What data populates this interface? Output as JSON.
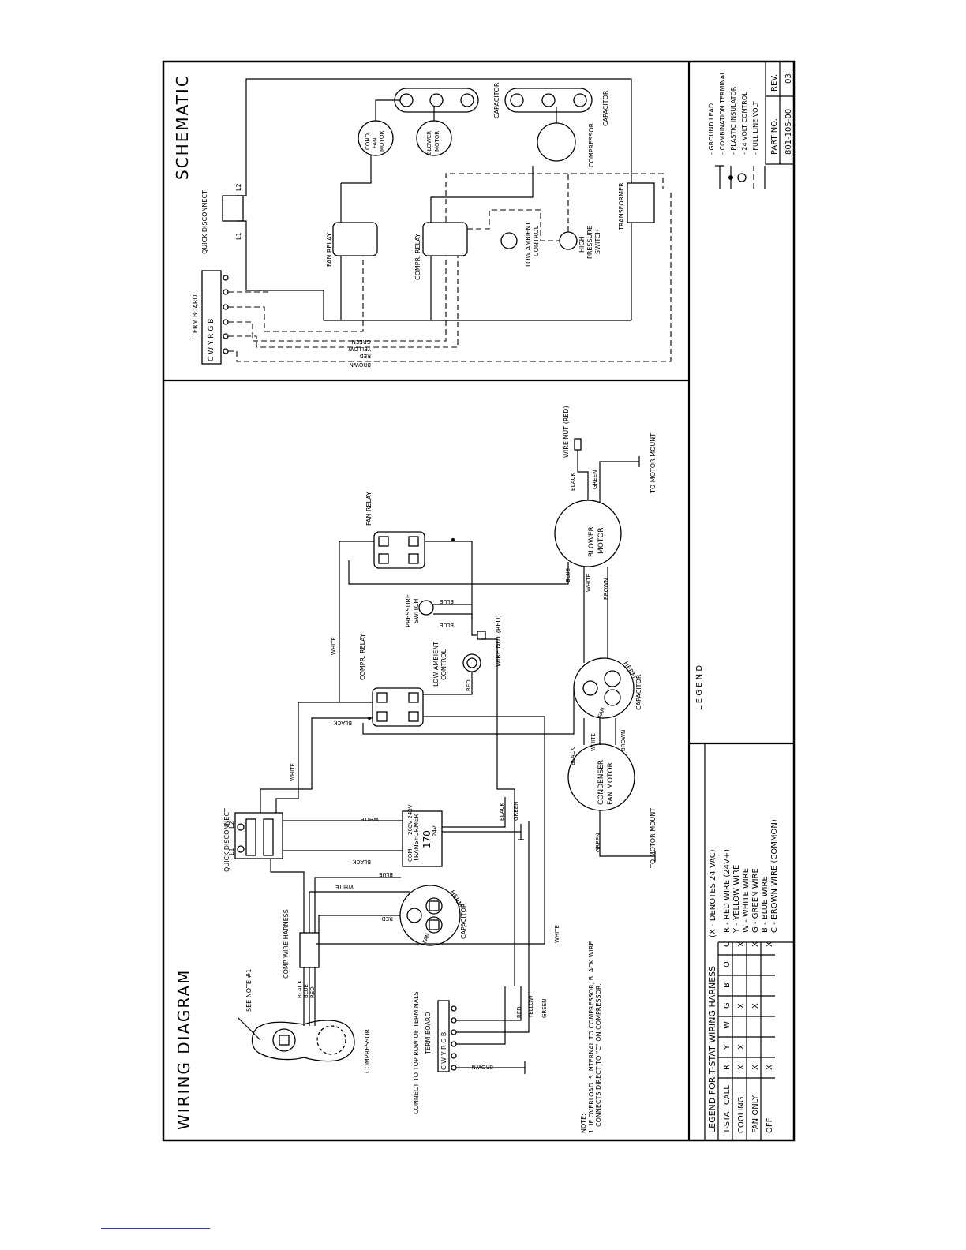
{
  "titles": {
    "wiring": "WIRING  DIAGRAM",
    "schematic": "SCHEMATIC"
  },
  "components": {
    "compressor": "COMPRESSOR",
    "see_note": "SEE NOTE #1",
    "comp_harness": "COMP WIRE HARNESS",
    "capacitor": "CAPACITOR",
    "herm": "HERM",
    "fan": "FAN",
    "c": "C",
    "quick_disconnect": "QUICK DISCONNECT",
    "l1": "L1",
    "l2": "L2",
    "transformer": "TRANSFORMER",
    "trans_num": "170",
    "v208": "208V 240V",
    "com": "COM",
    "v24": "24V",
    "compr_relay": "COMPR. RELAY",
    "fan_relay": "FAN RELAY",
    "low_ambient": "LOW AMBIENT",
    "control": "CONTROL",
    "pressure_switch": "PRESSURE",
    "switch": "SWITCH",
    "wire_nut_red": "WIRE NUT (RED)",
    "blower_motor_1": "BLOWER",
    "blower_motor_2": "MOTOR",
    "cond_fan_1": "CONDENSER",
    "cond_fan_2": "FAN MOTOR",
    "to_motor_mount": "TO MOTOR MOUNT",
    "term_board": "TERM BOARD",
    "connect_top": "CONNECT TO TOP ROW OF TERMINALS",
    "terminals": "C W Y R G B"
  },
  "wires": {
    "black": "BLACK",
    "blue": "BLUE",
    "red": "RED",
    "white": "WHITE",
    "yellow": "YELLOW",
    "green": "GREEN",
    "brown": "BROWN"
  },
  "note": {
    "title": "NOTE:",
    "line1": "1. IF OVERLOAD IS INTERNAL TO COMPRESSOR, BLACK WIRE",
    "line2": "CONNECTS DIRECT TO \"C\" ON COMPRESSOR."
  },
  "schematic": {
    "term_board": "TERM BOARD",
    "quick_disconnect": "QUICK DISCONNECT",
    "fan_relay": "FAN RELAY",
    "compr_relay": "COMPR. RELAY",
    "low_ambient": "LOW AMBIENT",
    "control": "CONTROL",
    "high": "HIGH",
    "pressure": "PRESSURE",
    "switch": "SWITCH",
    "transformer": "TRANSFORMER",
    "cond_1": "COND.",
    "cond_2": "FAN",
    "cond_3": "MOTOR",
    "blower_1": "BLOWER",
    "blower_2": "MOTOR",
    "capacitor": "CAPACITOR",
    "compressor": "COMPRESSOR",
    "wire_labels": [
      "GREEN",
      "YELLOW",
      "RED",
      "BROWN"
    ]
  },
  "legend_box": {
    "title": "L E G E N D",
    "items": [
      "- GROUND LEAD",
      "- COMBINATION TERMINAL",
      "- PLASTIC INSULATOR",
      "- 24 VOLT CONTROL",
      "- FULL LINE VOLT"
    ],
    "part_no_label": "PART NO.",
    "rev_label": "REV.",
    "part_no": "801-105-00",
    "rev": "03"
  },
  "tstat": {
    "title": "LEGEND FOR T-STAT WIRING HARNESS",
    "subtitle": "(X - DENOTES 24 VAC)",
    "headers": [
      "T-STAT CALL",
      "R",
      "Y",
      "W",
      "G",
      "B",
      "O",
      "C"
    ],
    "rows": [
      {
        "call": "COOLING",
        "marks": [
          "X",
          "X",
          "",
          "X",
          "",
          "",
          "X"
        ]
      },
      {
        "call": "FAN ONLY",
        "marks": [
          "X",
          "",
          "",
          "X",
          "",
          "",
          "X"
        ]
      },
      {
        "call": "OFF",
        "marks": [
          "X",
          "",
          "",
          "",
          "",
          "",
          "X"
        ]
      }
    ],
    "codes": [
      "R - RED WIRE (24V+)",
      "Y - YELLOW WIRE",
      "W - WHITE WIRE",
      "G - GREEN WIRE",
      "B - BLUE WIRE",
      "C - BROWN WIRE (COMMON)"
    ]
  }
}
